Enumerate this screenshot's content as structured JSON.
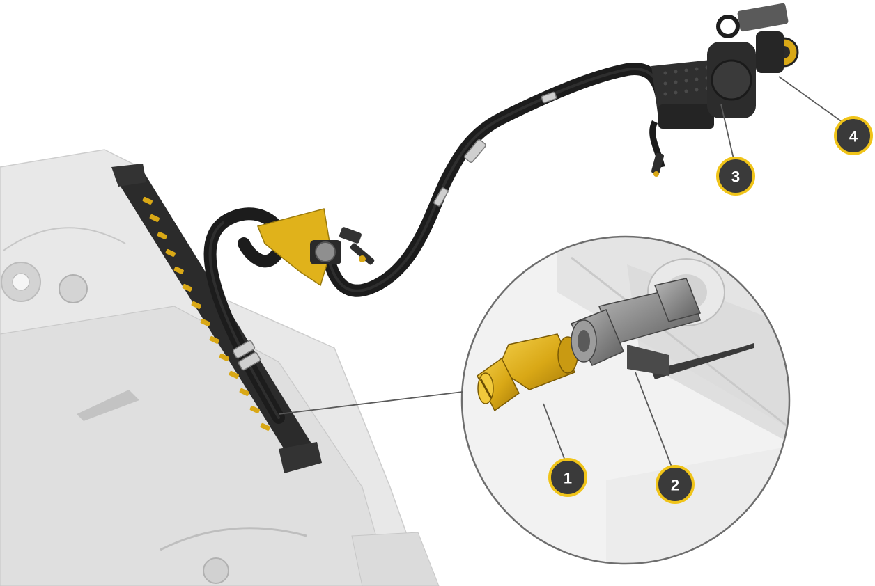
{
  "diagram": {
    "callouts": [
      {
        "id": "callout-1",
        "label": "1"
      },
      {
        "id": "callout-2",
        "label": "2"
      },
      {
        "id": "callout-3",
        "label": "3"
      },
      {
        "id": "callout-4",
        "label": "4"
      }
    ],
    "colors": {
      "badge_fill": "#3a3a3a",
      "badge_ring": "#f0c419",
      "hose": "#1c1c1c",
      "yellow_part": "#e0b21b",
      "machine_ghost": "#d6d6d6",
      "leader_line": "#5a5a5a",
      "magnifier_border": "#6e6e6e"
    }
  }
}
